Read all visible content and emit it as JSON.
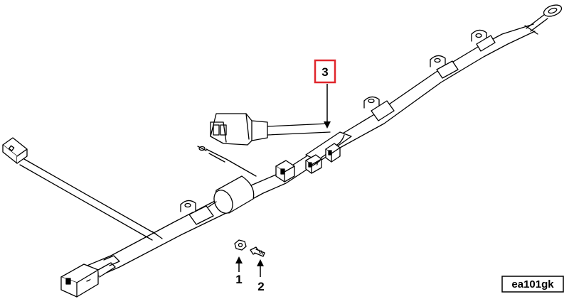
{
  "diagram": {
    "callouts": [
      {
        "id": "callout-1",
        "label": "1"
      },
      {
        "id": "callout-2",
        "label": "2"
      },
      {
        "id": "callout-3",
        "label": "3"
      }
    ],
    "drawing_code": "ea101gk",
    "colors": {
      "line": "#000000",
      "fill": "#ffffff",
      "highlight": "#e0262c"
    }
  }
}
